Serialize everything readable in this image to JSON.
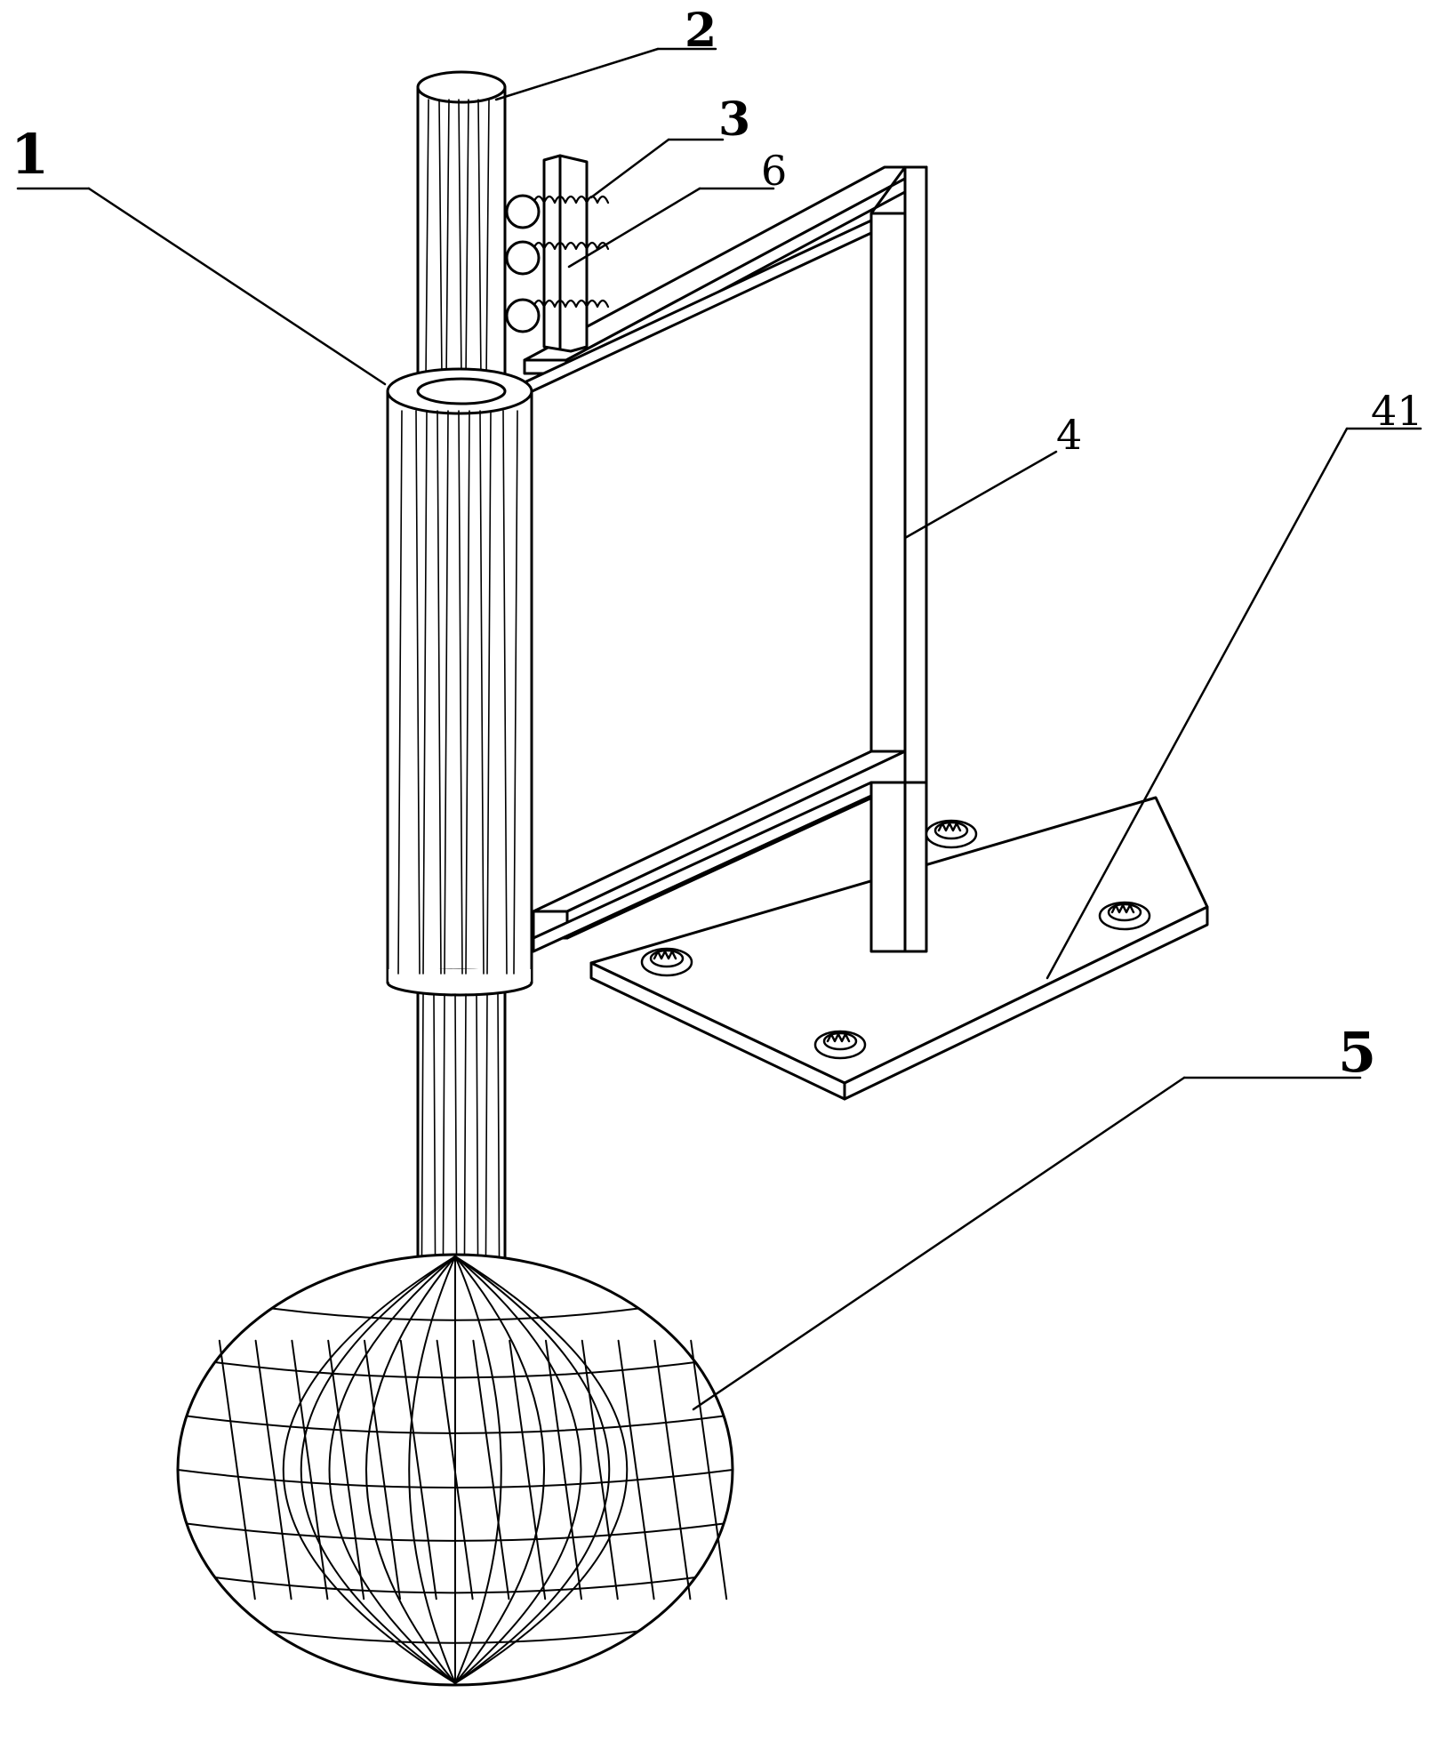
{
  "labels": {
    "l1": "1",
    "l2": "2",
    "l3": "3",
    "l6": "6",
    "l4": "4",
    "l41": "41",
    "l5": "5"
  },
  "colors": {
    "stroke": "#000000",
    "background": "#ffffff"
  }
}
